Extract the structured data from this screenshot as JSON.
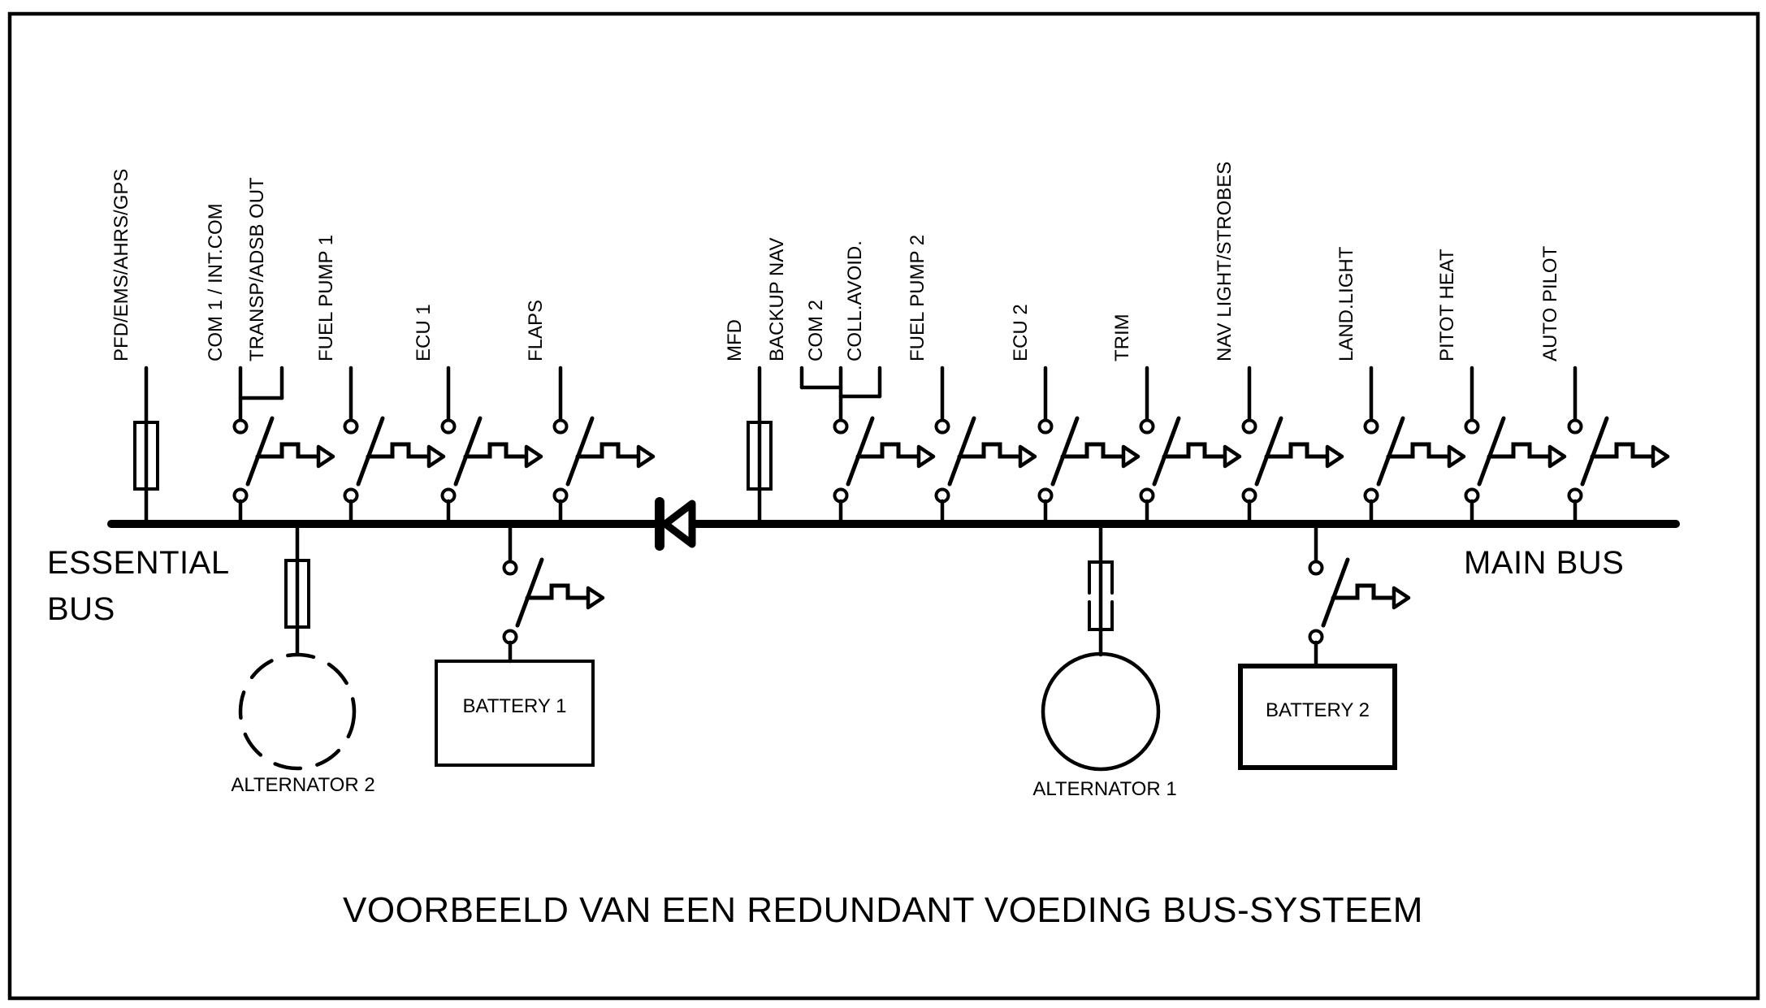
{
  "diagram_title": "VOORBEELD VAN EEN REDUNDANT VOEDING BUS-SYSTEEM",
  "buses": {
    "essential": {
      "label_line1": "ESSENTIAL",
      "label_line2": "BUS"
    },
    "main": {
      "label": "MAIN BUS"
    }
  },
  "branches": {
    "essential": [
      {
        "label": "PFD/EMS/AHRS/GPS",
        "protection": "fuse"
      },
      {
        "label": "COM 1 / INT.COM",
        "protection": "breaker"
      },
      {
        "label": "TRANSP/ADSB OUT",
        "protection": "shared-breaker"
      },
      {
        "label": "FUEL PUMP 1",
        "protection": "breaker"
      },
      {
        "label": "ECU 1",
        "protection": "breaker"
      },
      {
        "label": "FLAPS",
        "protection": "breaker"
      }
    ],
    "main": [
      {
        "label": "MFD",
        "protection": "fuse"
      },
      {
        "label": "BACKUP NAV",
        "protection": "shared-breaker"
      },
      {
        "label": "COM 2",
        "protection": "breaker"
      },
      {
        "label": "COLL.AVOID.",
        "protection": "shared-breaker"
      },
      {
        "label": "FUEL PUMP 2",
        "protection": "breaker"
      },
      {
        "label": "ECU 2",
        "protection": "breaker"
      },
      {
        "label": "TRIM",
        "protection": "breaker"
      },
      {
        "label": "NAV LIGHT/STROBES",
        "protection": "breaker"
      },
      {
        "label": "LAND.LIGHT",
        "protection": "breaker"
      },
      {
        "label": "PITOT HEAT",
        "protection": "breaker"
      },
      {
        "label": "AUTO PILOT",
        "protection": "breaker"
      }
    ]
  },
  "sources": {
    "alternator2": {
      "label": "ALTERNATOR 2"
    },
    "battery1": {
      "label": "BATTERY 1"
    },
    "alternator1": {
      "label": "ALTERNATOR 1"
    },
    "battery2": {
      "label": "BATTERY 2"
    }
  },
  "colors": {
    "line": "#000000",
    "background": "#ffffff"
  }
}
